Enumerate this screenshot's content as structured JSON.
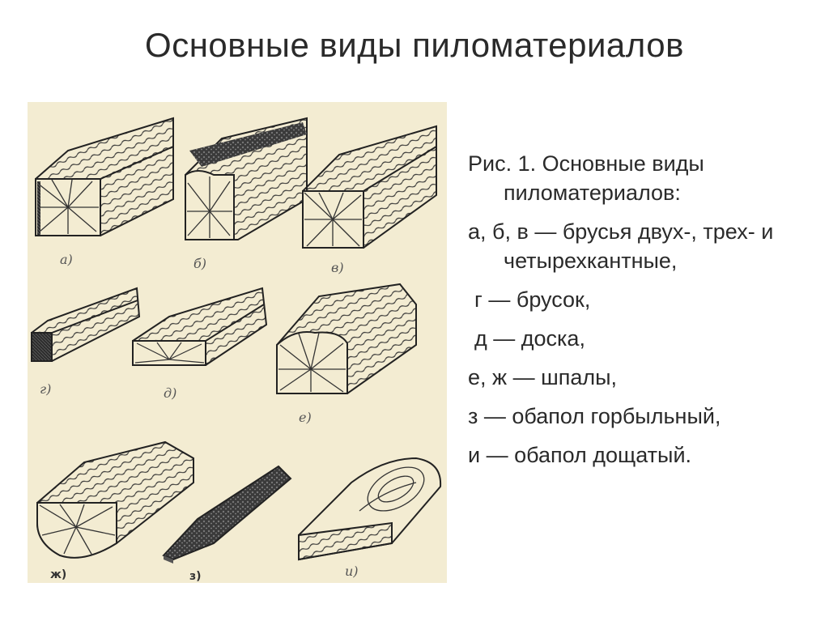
{
  "title": "Основные виды пиломатериалов",
  "figure": {
    "labels": [
      "а)",
      "б)",
      "в)",
      "г)",
      "д)",
      "е)",
      "ж)",
      "з)",
      "и)"
    ]
  },
  "caption": {
    "lines": [
      "Рис. 1. Основные виды пиломатериалов:",
      "а, б, в — брусья двух-, трех- и четырехкантные,",
      "г — брусок,",
      "д — доска,",
      "е, ж — шпалы,",
      "з — обапол горбыльный,",
      "и — обапол дощатый."
    ]
  }
}
